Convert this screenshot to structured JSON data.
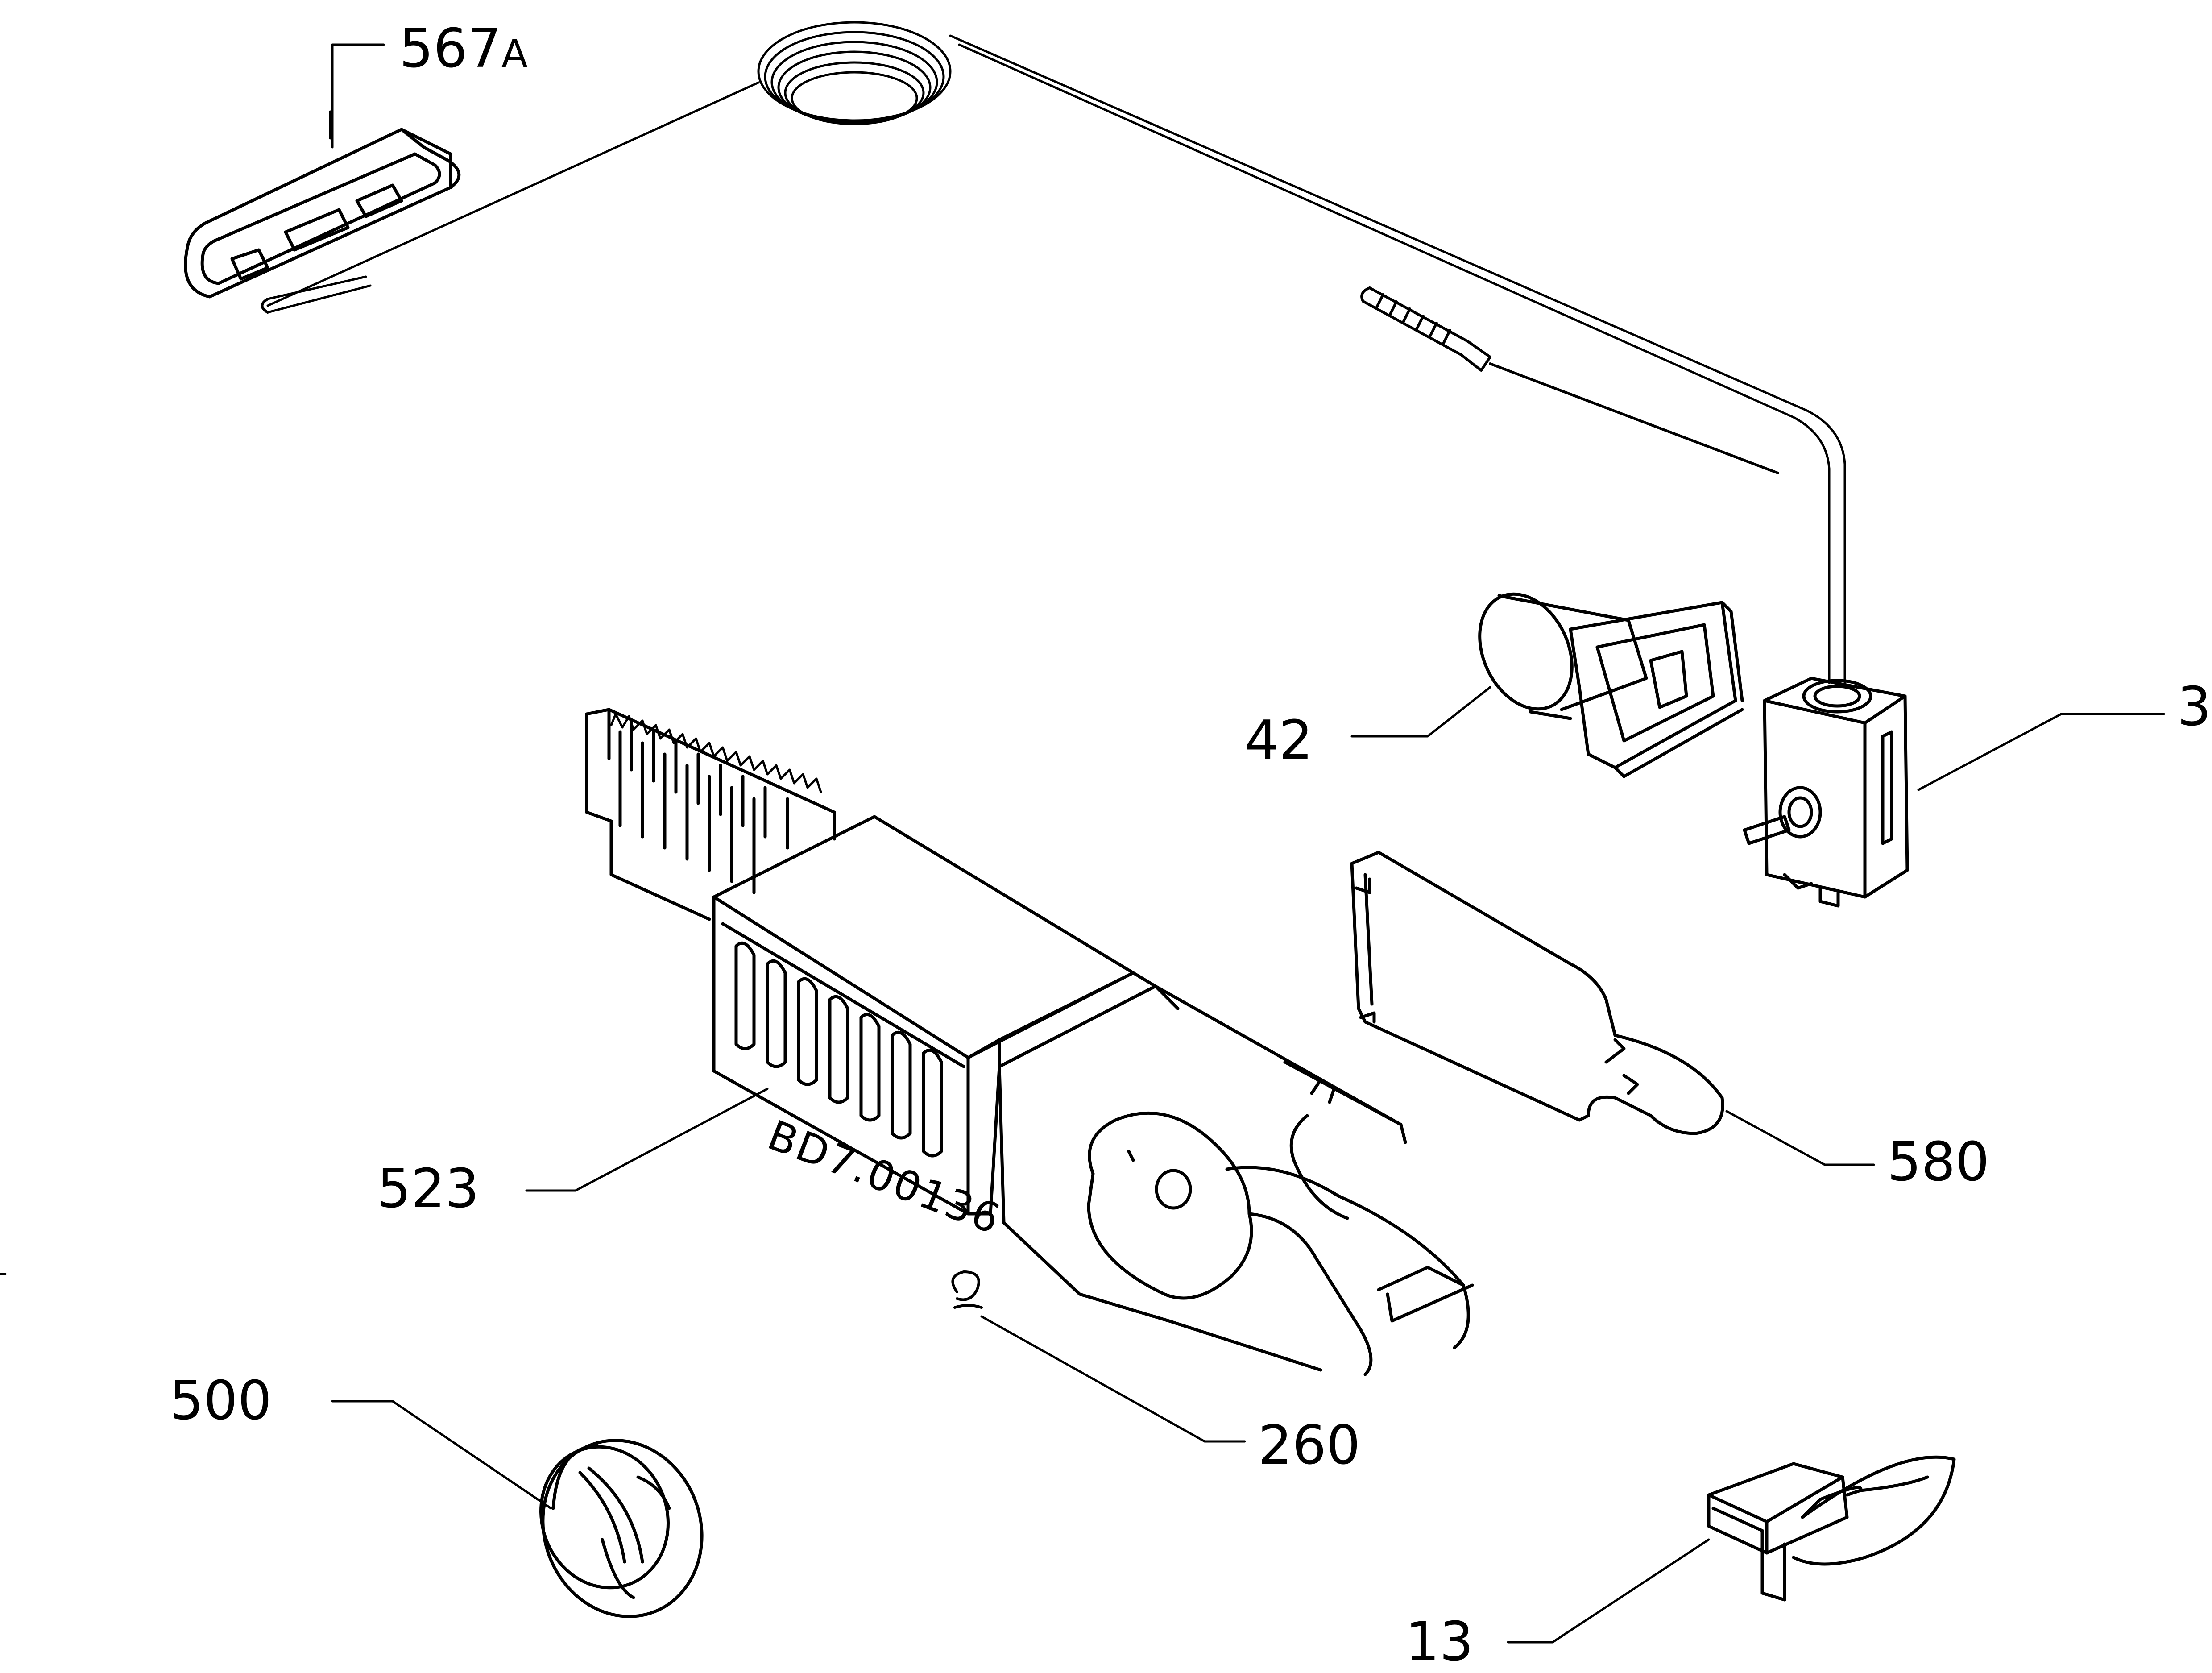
{
  "diagram": {
    "parts": [
      {
        "id": "567A",
        "number": "567",
        "suffix": "A"
      },
      {
        "id": "3",
        "number": "3"
      },
      {
        "id": "42",
        "number": "42"
      },
      {
        "id": "580",
        "number": "580"
      },
      {
        "id": "523",
        "number": "523"
      },
      {
        "id": "500",
        "number": "500"
      },
      {
        "id": "260",
        "number": "260"
      },
      {
        "id": "13",
        "number": "13"
      }
    ],
    "stamp_code": "BD7.00136"
  },
  "colors": {
    "ink": "#000000",
    "paper": "#ffffff",
    "shade": "#cfcfcf"
  }
}
